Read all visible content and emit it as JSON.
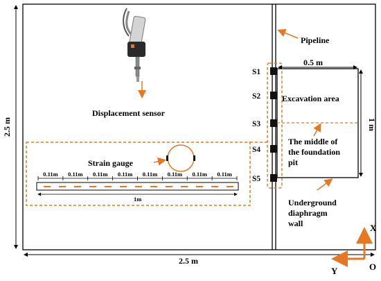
{
  "dims": {
    "height_total": "2.5 m",
    "width_total": "2.5 m",
    "excavation_width": "0.5 m",
    "excavation_height": "1 m"
  },
  "labels": {
    "pipeline": "Pipeline",
    "excavation_area": "Excavation area",
    "displacement_sensor": "Displacement sensor",
    "strain_gauge": "Strain gauge",
    "middle_pit_line1": "The middle of",
    "middle_pit_line2": "the foundation",
    "middle_pit_line3": "pit",
    "wall_line1": "Underground",
    "wall_line2": "diaphragm",
    "wall_line3": "wall"
  },
  "sensors": [
    "S1",
    "S2",
    "S3",
    "S4",
    "S5"
  ],
  "strain_gauge": {
    "spacings": [
      "0.11m",
      "0.11m",
      "0.11m",
      "0.11m",
      "0.11m",
      "0.11m",
      "0.11m",
      "0.11m"
    ],
    "length": "1m"
  },
  "axes": {
    "x": "X",
    "y": "Y",
    "origin": "O"
  },
  "colors": {
    "accent": "#e87722",
    "line": "#000000"
  }
}
